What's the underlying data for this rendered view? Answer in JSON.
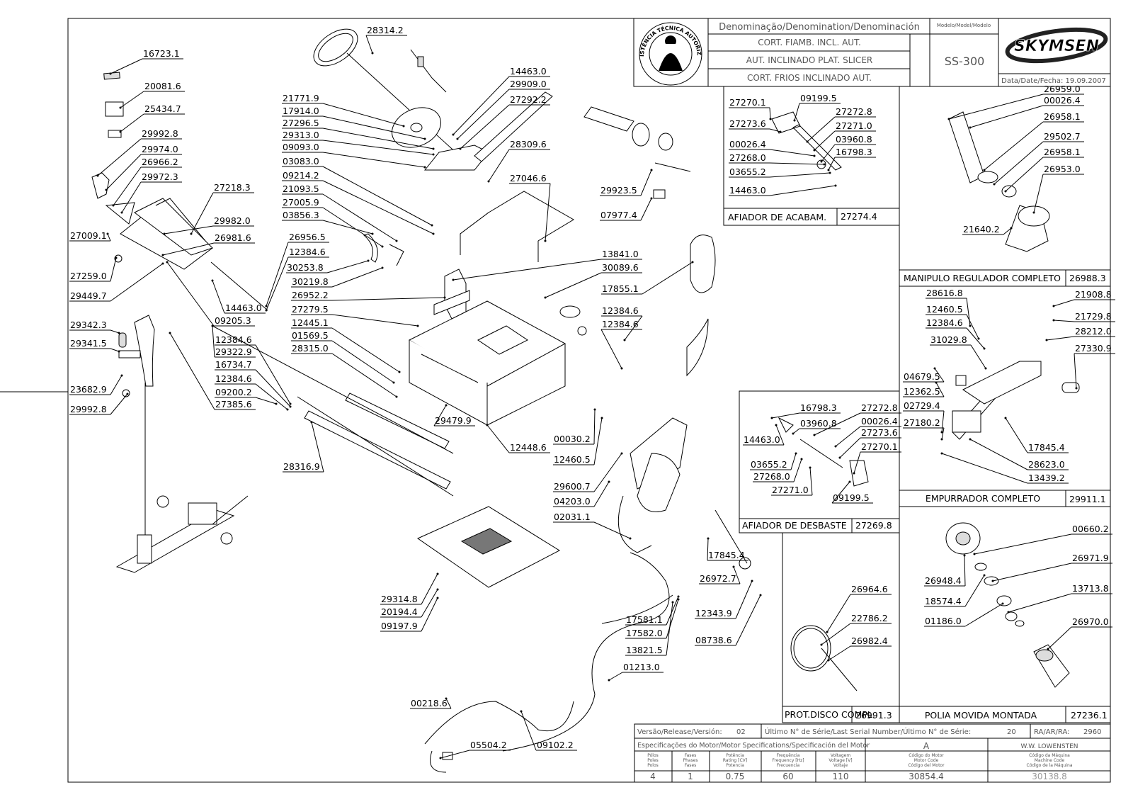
{
  "title_block": {
    "denomination_header": "Denominação/Denomination/Denominación",
    "model_header": "Modelo/Model/Modelo",
    "names": [
      "CORT. FIAMB. INCL. AUT.",
      "AUT. INCLINADO PLAT. SLICER",
      "CORT. FRIOS INCLINADO  AUT."
    ],
    "model": "SS-300",
    "brand": "SKYMSEN",
    "seal_text": "ASSISTÊNCIA TÉCNICA AUTORIZADA",
    "date": "Data/Date/Fecha: 19.09.2007"
  },
  "boxes": {
    "afiador_acab": {
      "label": "AFIADOR DE ACABAM.",
      "code": "27274.4"
    },
    "manipulo": {
      "label": "MANIPULO REGULADOR COMPLETO",
      "code": "26988.3"
    },
    "empurrador": {
      "label": "EMPURRADOR COMPLETO",
      "code": "29911.1"
    },
    "afiador_desb": {
      "label": "AFIADOR DE DESBASTE",
      "code": "27269.8"
    },
    "prot_disco": {
      "label": "PROT.DISCO COMPL.",
      "code": "26991.3"
    },
    "polia": {
      "label": "POLIA MOVIDA MONTADA",
      "code": "27236.1"
    }
  },
  "footer": {
    "version_label": "Versão/Release/Versión:",
    "version": "02",
    "serial_label": "Último N° de Série/Last Serial Number/Último N° de Série:",
    "serial": "20",
    "ra_label": "RA/AR/RA:",
    "ra": "2960",
    "motor_spec_label": "Especificações do Motor/Motor Specifications/Specificación del Motor",
    "motor_letter": "A",
    "maker": "W.W. LOWENSTEN",
    "col_poles": [
      "Pólos",
      "Poles",
      "Polos"
    ],
    "col_phases": [
      "Fases",
      "Phases",
      "Fases"
    ],
    "col_power": [
      "Potência",
      "Rating [CV]",
      "Potencia"
    ],
    "col_freq": [
      "Frequência",
      "Frequency [Hz]",
      "Frecuencia"
    ],
    "col_volt": [
      "Voltagem",
      "Voltage [V]",
      "Voltaje"
    ],
    "col_motor_code": [
      "Código do Motor",
      "Motor Code",
      "Código del Motor"
    ],
    "col_machine_code": [
      "Código da Máquina",
      "Machine Code",
      "Código de la Máquina"
    ],
    "poles": "4",
    "phases": "1",
    "power": "0.75",
    "freq": "60",
    "volt": "110",
    "motor_code": "30854.4",
    "machine_code": "30138.8"
  },
  "part_labels": [
    "16723.1",
    "20081.6",
    "25434.7",
    "29992.8",
    "29974.0",
    "26966.2",
    "29972.3",
    "27218.3",
    "29982.0",
    "27009.1",
    "26981.6",
    "27259.0",
    "29449.7",
    "26956.5",
    "12384.6",
    "14463.0",
    "09205.3",
    "28314.2",
    "21771.9",
    "17914.0",
    "27296.5",
    "29313.0",
    "09093.0",
    "03083.0",
    "09214.2",
    "21093.5",
    "27005.9",
    "03856.3",
    "30253.8",
    "30219.8",
    "26952.2",
    "27279.5",
    "12445.1",
    "01569.5",
    "28315.0",
    "14463.0",
    "29909.0",
    "27292.2",
    "28309.6",
    "27046.6",
    "29923.5",
    "07977.4",
    "13841.0",
    "30089.6",
    "17855.1",
    "12384.6",
    "12384.6",
    "29342.3",
    "29341.5",
    "23682.9",
    "29992.8",
    "12384.6",
    "29322.9",
    "16734.7",
    "12384.6",
    "09200.2",
    "27385.6",
    "28316.9",
    "29479.9",
    "12448.6",
    "00030.2",
    "12460.5",
    "29600.7",
    "04203.0",
    "02031.1",
    "17845.4",
    "26972.7",
    "12343.9",
    "08738.6",
    "29314.8",
    "20194.4",
    "09197.9",
    "17581.1",
    "17582.0",
    "13821.5",
    "01213.0",
    "00218.6",
    "05504.2",
    "09102.2",
    "27270.1",
    "09199.5",
    "27273.6",
    "27272.8",
    "27271.0",
    "00026.4",
    "03960.8",
    "27268.0",
    "16798.3",
    "03655.2",
    "14463.0",
    "26959.0",
    "00026.4",
    "26958.1",
    "29502.7",
    "26958.1",
    "26953.0",
    "21640.2",
    "28616.8",
    "21908.8",
    "12460.5",
    "21729.8",
    "12384.6",
    "28212.0",
    "31029.8",
    "27330.9",
    "04679.5",
    "12362.5",
    "02729.4",
    "27180.2",
    "17845.4",
    "28623.0",
    "13439.2",
    "16798.3",
    "27272.8",
    "03960.8",
    "00026.4",
    "14463.0",
    "27273.6",
    "27270.1",
    "03655.2",
    "27268.0",
    "27271.0",
    "09199.5",
    "26964.6",
    "22786.2",
    "26982.4",
    "00660.2",
    "26971.9",
    "26948.4",
    "18574.4",
    "13713.8",
    "01186.0",
    "26970.0"
  ]
}
